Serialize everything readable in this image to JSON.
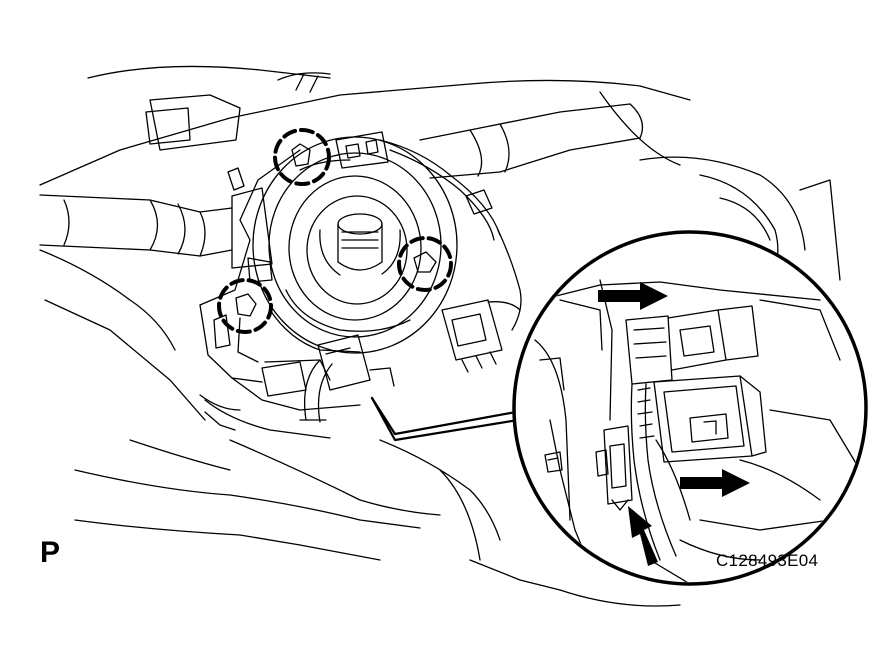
{
  "figure": {
    "view_letter": "P",
    "figure_code": "C128493E04"
  },
  "colors": {
    "ink": "#000000",
    "paper": "#ffffff"
  },
  "icons": {
    "arrows": "solid-black-arrow-icon",
    "clips": "dashed-circle-clip-marker"
  }
}
